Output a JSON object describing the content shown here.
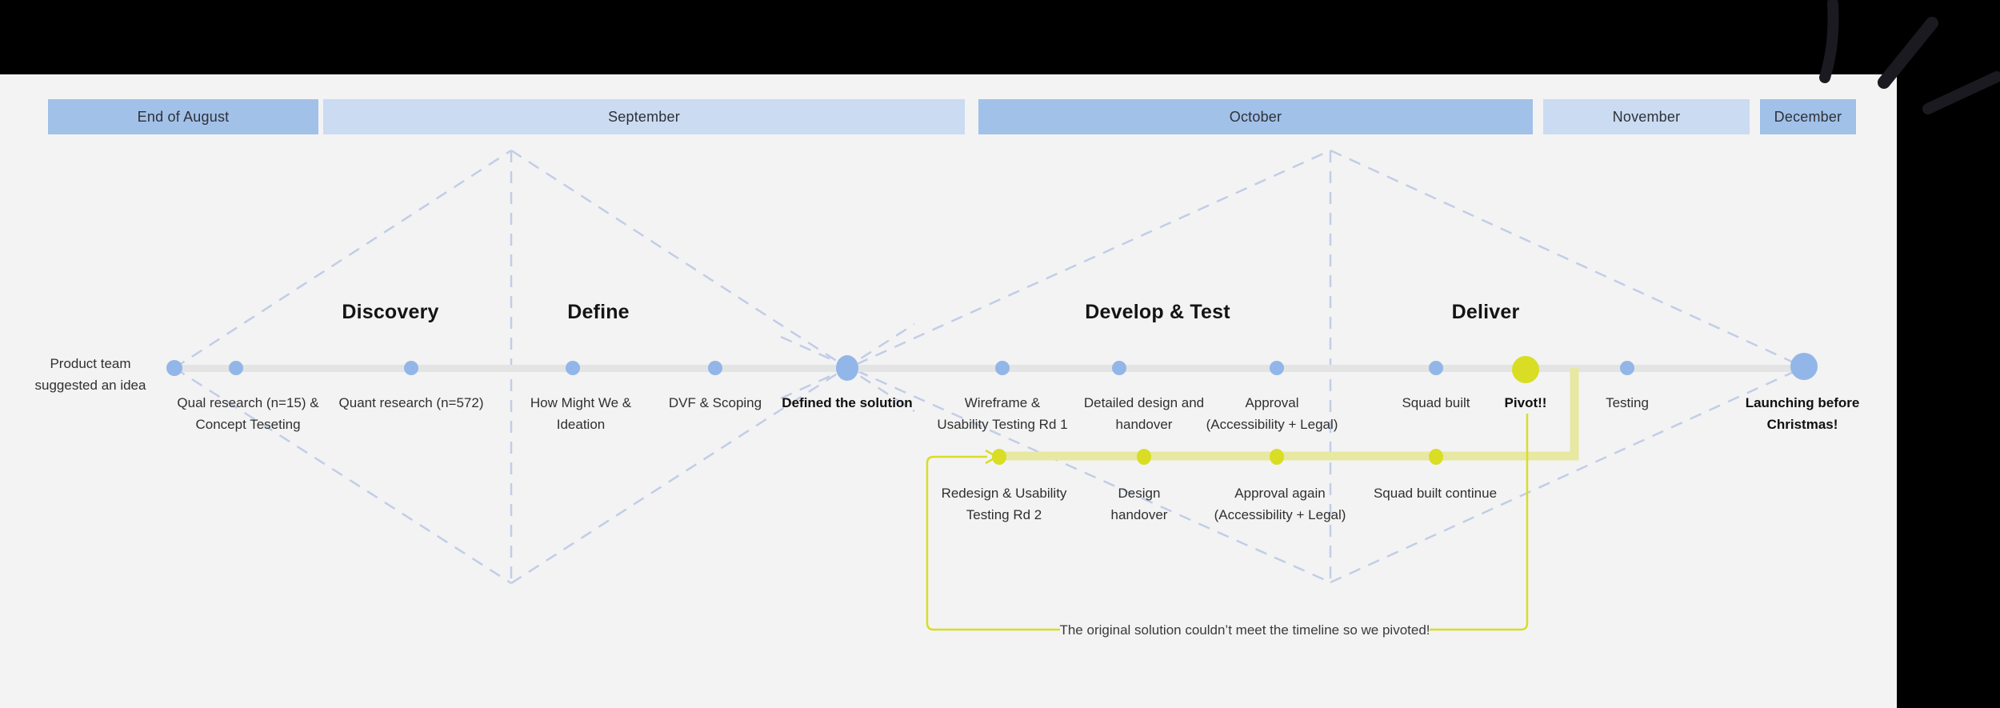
{
  "months": [
    {
      "label": "End of August"
    },
    {
      "label": "September"
    },
    {
      "label": "October"
    },
    {
      "label": "November"
    },
    {
      "label": "December"
    }
  ],
  "phases": [
    {
      "label": "Discovery"
    },
    {
      "label": "Define"
    },
    {
      "label": "Develop & Test"
    },
    {
      "label": "Deliver"
    }
  ],
  "timeline": {
    "start_label": {
      "l1": "Product team",
      "l2": "suggested an idea"
    },
    "milestones": [
      {
        "l1": "Qual research (n=15) &",
        "l2": "Concept Teseting"
      },
      {
        "l1": "Quant research (n=572)",
        "l2": ""
      },
      {
        "l1": "How Might We &",
        "l2": "Ideation"
      },
      {
        "l1": "DVF & Scoping",
        "l2": ""
      },
      {
        "l1": "Defined the solution",
        "l2": ""
      },
      {
        "l1": "Wireframe &",
        "l2": "Usability Testing Rd 1"
      },
      {
        "l1": "Detailed design and",
        "l2": "handover"
      },
      {
        "l1": "Approval",
        "l2": "(Accessibility + Legal)"
      },
      {
        "l1": "Squad built",
        "l2": ""
      },
      {
        "l1": "Pivot!!",
        "l2": ""
      },
      {
        "l1": "Testing",
        "l2": ""
      },
      {
        "l1": "Launching before",
        "l2": "Christmas!"
      }
    ],
    "pivot_branch": {
      "milestones": [
        {
          "l1": "Redesign & Usability",
          "l2": "Testing Rd 2"
        },
        {
          "l1": "Design",
          "l2": "handover"
        },
        {
          "l1": "Approval again",
          "l2": "(Accessibility + Legal)"
        },
        {
          "l1": "Squad built continue",
          "l2": ""
        }
      ],
      "note": "The original solution couldn’t meet the timeline so we pivoted!"
    }
  },
  "colors": {
    "bg": "#f3f3f4",
    "black": "#000000",
    "bar_dark": "#a2c1e9",
    "bar_light": "#cadbf2",
    "dot_blue": "#92b6e7",
    "dash_blue": "#c2cde6",
    "timeline_gray": "#e4e4e5",
    "yellow": "#d9dd24",
    "pale_yellow": "#e7e8a1",
    "scribble": "#1a1a20"
  }
}
